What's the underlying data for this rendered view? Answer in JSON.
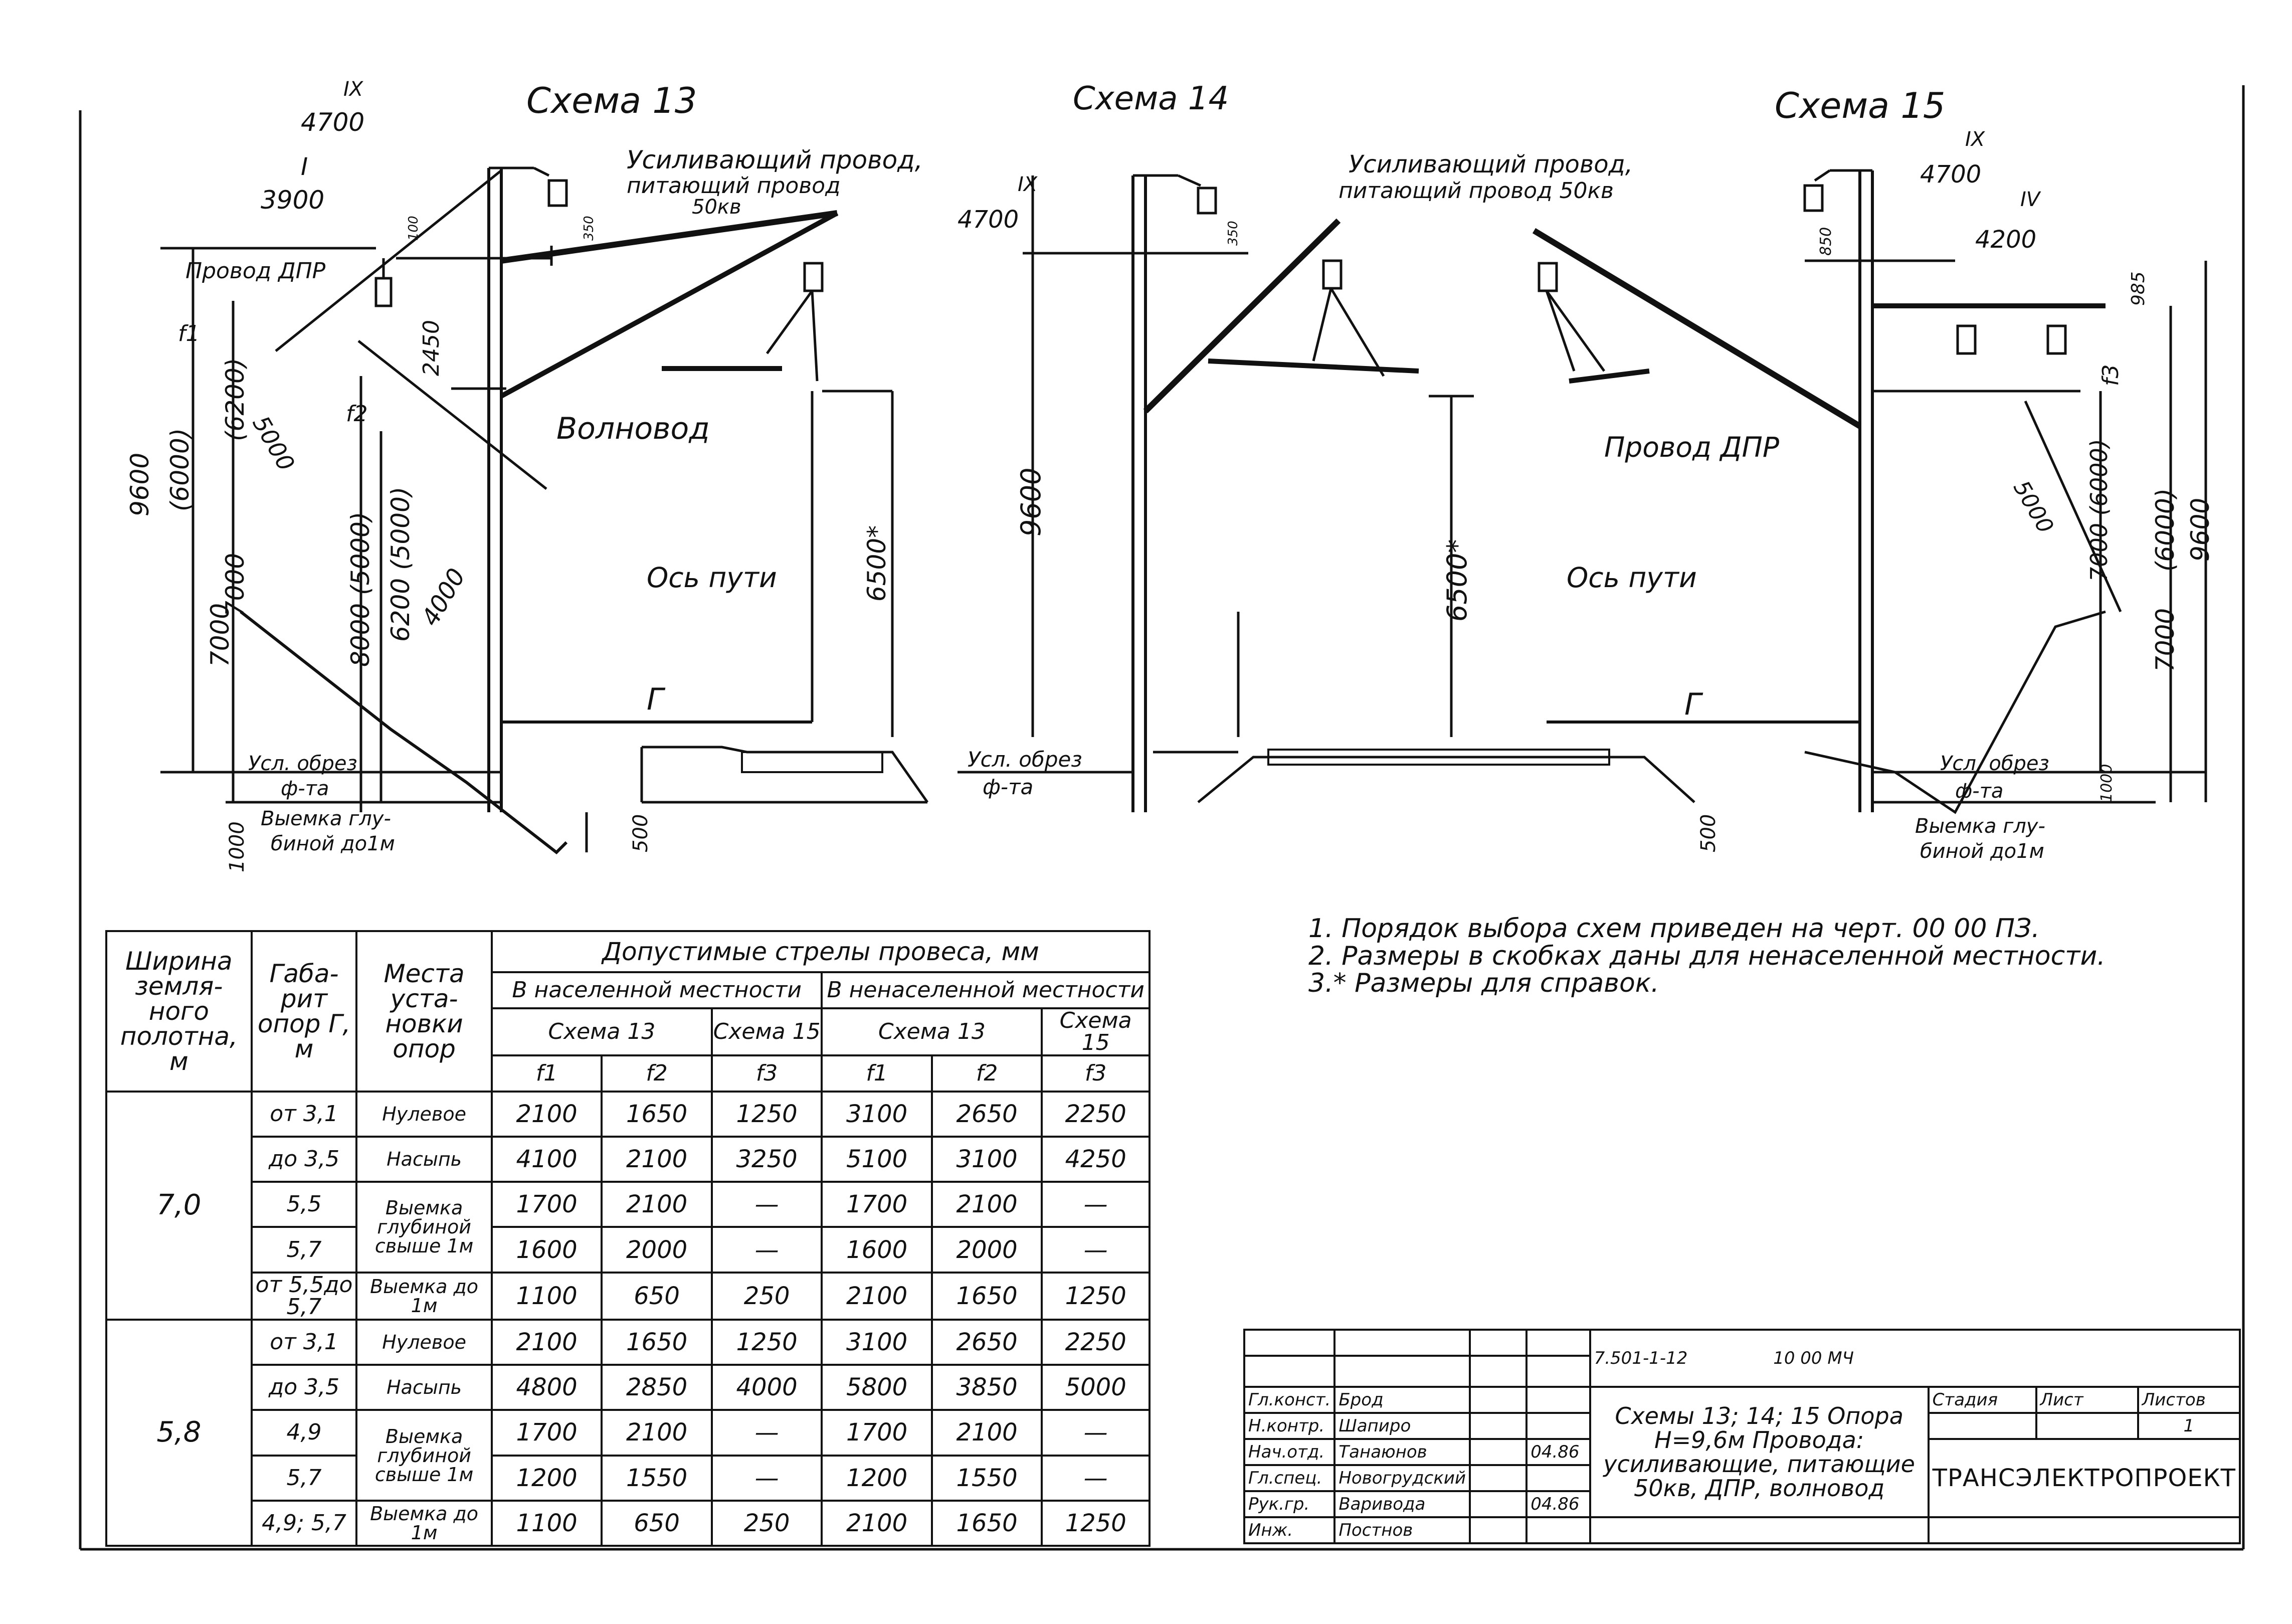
{
  "schemes": {
    "s13": {
      "title": "Схема 13",
      "labels": {
        "frac_top_num": "IX",
        "frac_top_den": "4700",
        "frac2_num": "I",
        "frac2_den": "3900",
        "reinforcing": "Усиливающий провод,",
        "feeding": "питающий провод",
        "kv": "50кв",
        "dpr": "Провод ДПР",
        "waveguide": "Волновод",
        "track_axis": "Ось пути",
        "gamma": "Г",
        "base": "Усл. обрез",
        "base2": "ф-та",
        "cut": "Выемка глу-",
        "cut2": "биной до1м",
        "d9600": "9600",
        "d6000": "(6000)",
        "d7000": "7000",
        "d6200": "(6200)",
        "d7000b": "7000",
        "d5000": "5000",
        "d8000": "8000 (5000)",
        "d6200b": "6200 (5000)",
        "d4000": "4000",
        "d1000": "1000",
        "d500": "500",
        "d6500": "6500*",
        "d2450": "2450",
        "f1": "f1",
        "f2": "f2",
        "d100": "100",
        "d350": "350"
      }
    },
    "s14": {
      "title": "Схема 14",
      "labels": {
        "frac_num": "IX",
        "frac_den": "4700",
        "reinforcing": "Усиливающий провод,",
        "feeding": "питающий провод 50кв",
        "track_axis": "Ось пути",
        "gamma": "Г",
        "base": "Усл. обрез",
        "base2": "ф-та",
        "d9600": "9600",
        "d6500": "6500*",
        "d500": "500",
        "d350": "350"
      }
    },
    "s15": {
      "title": "Схема 15",
      "labels": {
        "frac_num": "IX",
        "frac_den": "4700",
        "frac2_num": "IV",
        "frac2_den": "4200",
        "dpr": "Провод ДПР",
        "gamma": "Г",
        "base": "Усл. обрез",
        "base2": "ф-та",
        "cut": "Выемка глу-",
        "cut2": "биной до1м",
        "d9600": "9600",
        "d6000": "(6000)",
        "d7000": "7000",
        "d7000b": "7000 (6000)",
        "d5000": "5000",
        "d1000": "1000",
        "d985": "985",
        "d850": "850",
        "f3": "f3"
      }
    }
  },
  "table": {
    "h_width": "Ширина земля-ного полотна, м",
    "h_gabarit": "Габа-рит опор Г, м",
    "h_place": "Места уста-новки опор",
    "h_allowed": "Допустимые стрелы провеса, мм",
    "h_pop": "В населенной местности",
    "h_unpop": "В ненаселенной местности",
    "h_s13": "Схема 13",
    "h_s15": "Схема 15",
    "h_f1": "f1",
    "h_f2": "f2",
    "h_f3": "f3",
    "groups": [
      {
        "width": "7,0",
        "rows": [
          {
            "g": "от 3,1",
            "place": "Нулевое",
            "v": [
              "2100",
              "1650",
              "1250",
              "3100",
              "2650",
              "2250"
            ]
          },
          {
            "g": "до 3,5",
            "place": "Насыпь",
            "v": [
              "4100",
              "2100",
              "3250",
              "5100",
              "3100",
              "4250"
            ]
          },
          {
            "g": "5,5",
            "place": "Выемка глубиной свыше 1м",
            "v": [
              "1700",
              "2100",
              "—",
              "1700",
              "2100",
              "—"
            ]
          },
          {
            "g": "5,7",
            "place": "",
            "v": [
              "1600",
              "2000",
              "—",
              "1600",
              "2000",
              "—"
            ]
          },
          {
            "g": "от 5,5до 5,7",
            "place": "Выемка до 1м",
            "v": [
              "1100",
              "650",
              "250",
              "2100",
              "1650",
              "1250"
            ]
          }
        ]
      },
      {
        "width": "5,8",
        "rows": [
          {
            "g": "от 3,1",
            "place": "Нулевое",
            "v": [
              "2100",
              "1650",
              "1250",
              "3100",
              "2650",
              "2250"
            ]
          },
          {
            "g": "до 3,5",
            "place": "Насыпь",
            "v": [
              "4800",
              "2850",
              "4000",
              "5800",
              "3850",
              "5000"
            ]
          },
          {
            "g": "4,9",
            "place": "Выемка глубиной свыше 1м",
            "v": [
              "1700",
              "2100",
              "—",
              "1700",
              "2100",
              "—"
            ]
          },
          {
            "g": "5,7",
            "place": "",
            "v": [
              "1200",
              "1550",
              "—",
              "1200",
              "1550",
              "—"
            ]
          },
          {
            "g": "4,9; 5,7",
            "place": "Выемка до 1м",
            "v": [
              "1100",
              "650",
              "250",
              "2100",
              "1650",
              "1250"
            ]
          }
        ]
      }
    ]
  },
  "notes": [
    "1. Порядок выбора схем приведен на черт. 00 00 ПЗ.",
    "2. Размеры в скобках даны для ненаселенной местности.",
    "3.* Размеры для справок."
  ],
  "stamp": {
    "code": "7.501-1-12",
    "sheet_code": "10 00 МЧ",
    "title": "Схемы 13; 14; 15 Опора Н=9,6м Провода: усиливающие, питающие 50кв, ДПР, волновод",
    "stage": "Стадия",
    "list": "Лист",
    "lists": "Листов",
    "list_no": "1",
    "org": "ТРАНСЭЛЕКТРОПРОЕКТ",
    "people": [
      {
        "role": "Гл.конст.",
        "name": "Брод",
        "date": ""
      },
      {
        "role": "Н.контр.",
        "name": "Шапиро",
        "date": ""
      },
      {
        "role": "Нач.отд.",
        "name": "Танаюнов",
        "date": "04.86"
      },
      {
        "role": "Гл.спец.",
        "name": "Новогрудский",
        "date": ""
      },
      {
        "role": "Рук.гр.",
        "name": "Варивода",
        "date": "04.86"
      },
      {
        "role": "Инж.",
        "name": "Постнов",
        "date": ""
      }
    ]
  }
}
